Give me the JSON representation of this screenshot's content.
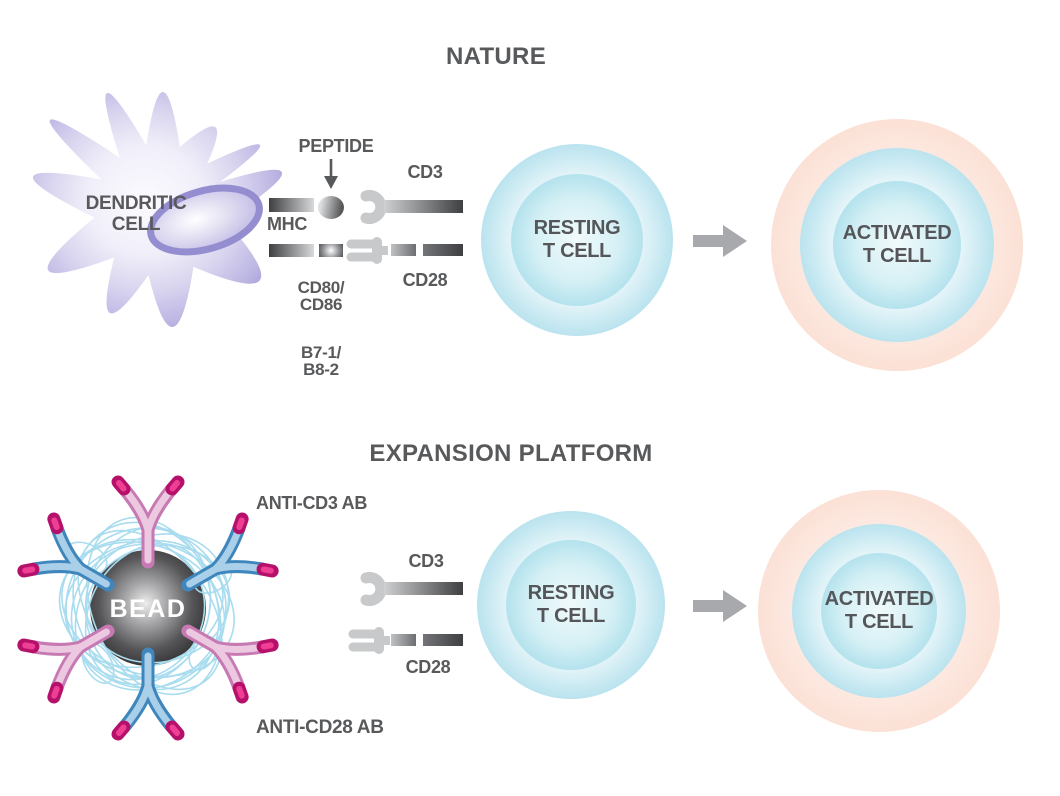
{
  "nature": {
    "title": "NATURE",
    "dendritic_line1": "DENDRITIC",
    "dendritic_line2": "CELL",
    "peptide": "PEPTIDE",
    "mhc": "MHC",
    "cd3": "CD3",
    "cd28": "CD28",
    "cd80": "CD80/",
    "cd86": "CD86",
    "b7_1": "B7-1/",
    "b8_2": "B8-2",
    "resting_line1": "RESTING",
    "resting_line2": "T CELL",
    "activated_line1": "ACTIVATED",
    "activated_line2": "T CELL"
  },
  "expansion": {
    "title": "EXPANSION PLATFORM",
    "bead": "BEAD",
    "anti_cd3": "ANTI-CD3 AB",
    "anti_cd28": "ANTI-CD28 AB",
    "cd3": "CD3",
    "cd28": "CD28",
    "resting_line1": "RESTING",
    "resting_line2": "T CELL",
    "activated_line1": "ACTIVATED",
    "activated_line2": "T CELL"
  },
  "colors": {
    "text": "#58595b",
    "arrow": "#a7a9ac",
    "cell_blue": "#9bd5e6",
    "activated_ring": "#f0a78f",
    "dendritic_purple": "#a29bd8",
    "bead_dark": "#2a2a2c",
    "mesh_blue": "#a8dcee",
    "antibody_blue": "#a9cfe9",
    "antibody_pink": "#ecc9e0",
    "tip_magenta": "#e6127f",
    "receptor_gray": "#c7c9cb"
  }
}
